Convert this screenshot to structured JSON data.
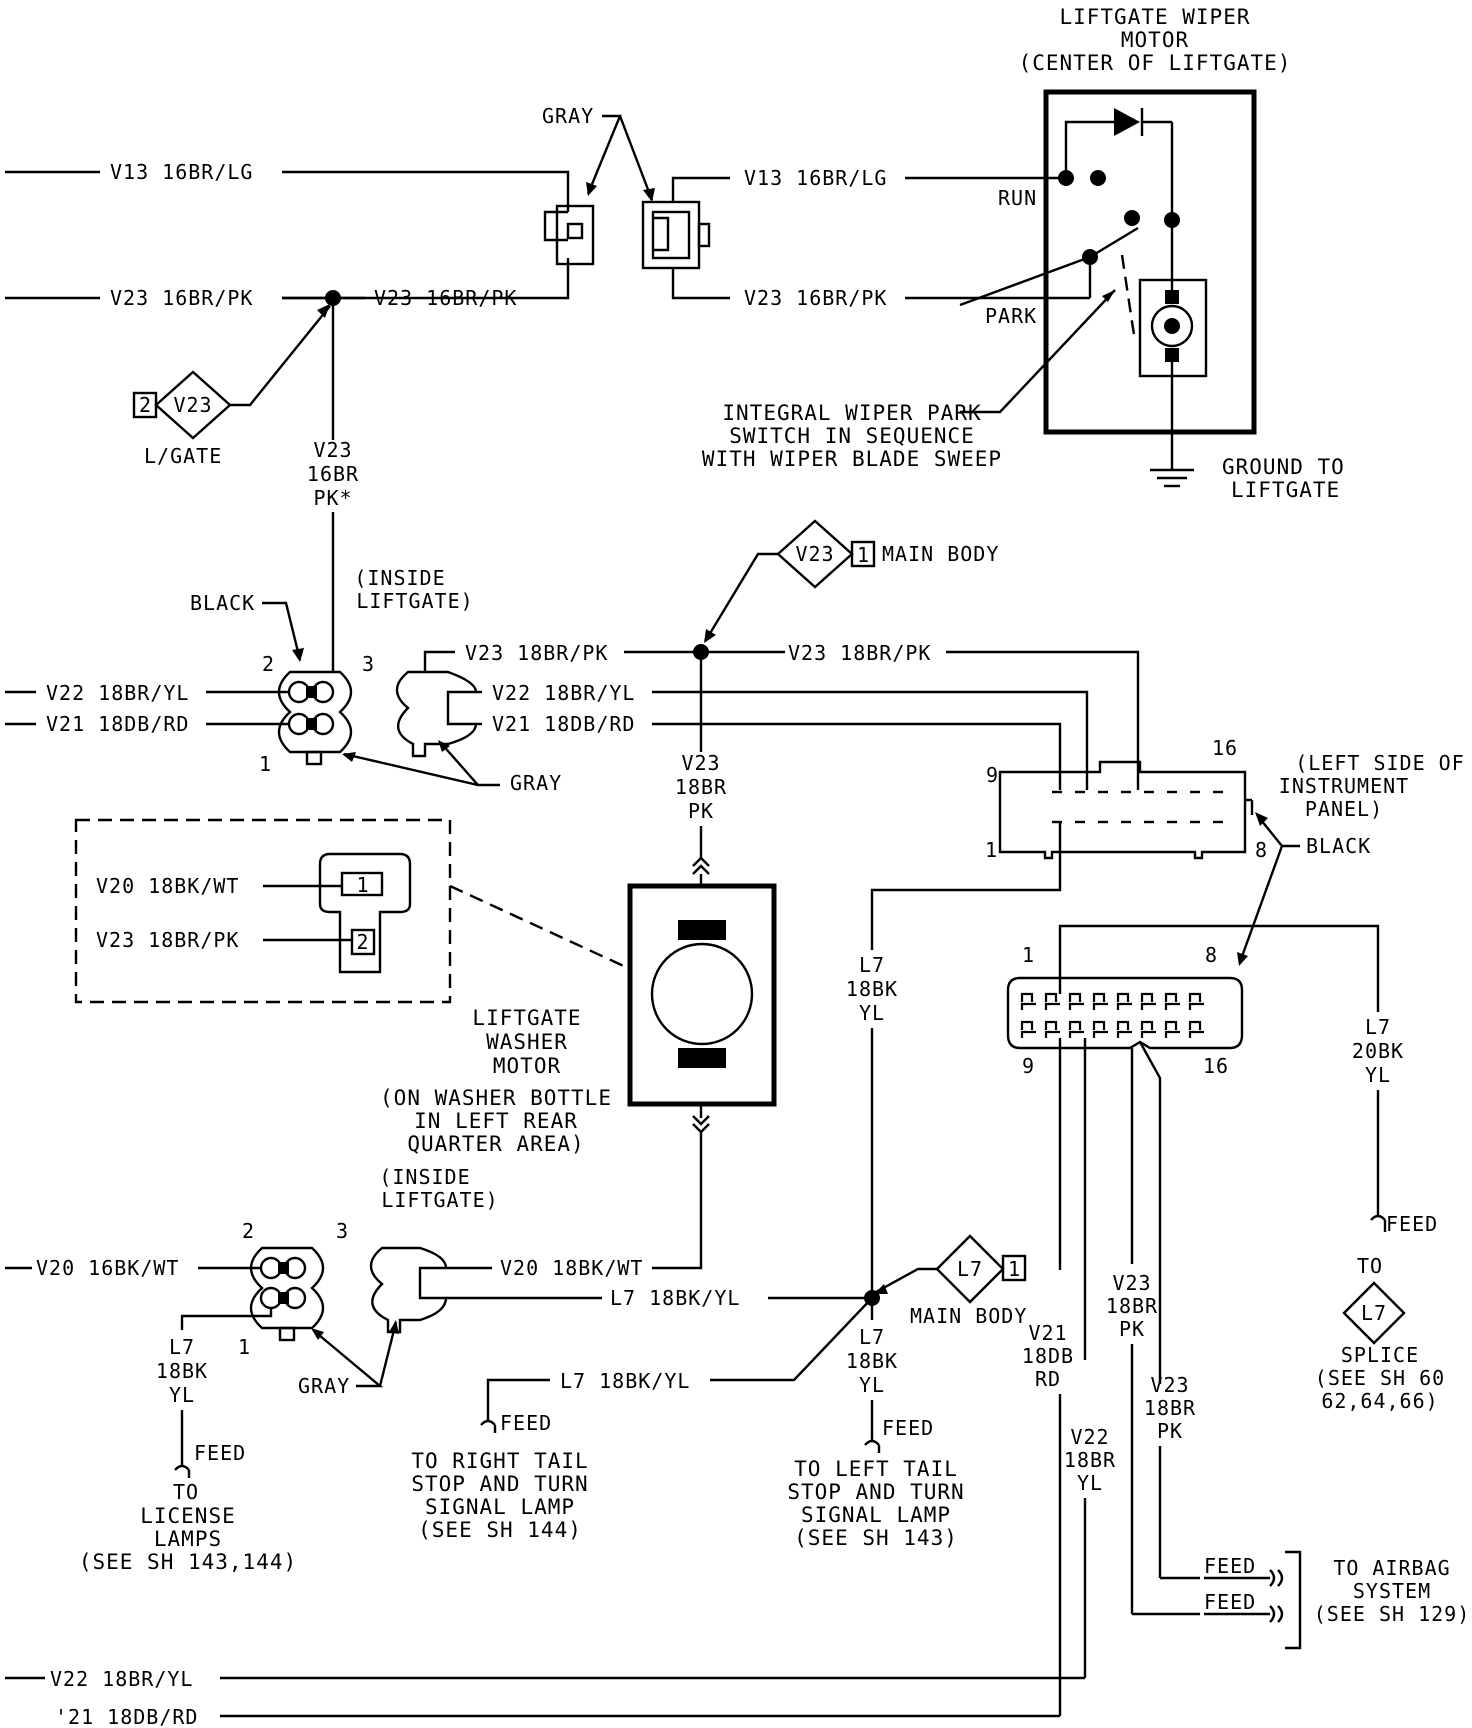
{
  "motor_title": [
    "LIFTGATE WIPER",
    "MOTOR",
    "(CENTER OF LIFTGATE)"
  ],
  "motor_labels": {
    "run": "RUN",
    "park": "PARK"
  },
  "park_note": [
    "INTEGRAL WIPER PARK",
    "SWITCH IN SEQUENCE",
    "WITH WIPER BLADE SWEEP"
  ],
  "ground": [
    "GROUND TO",
    "LIFTGATE"
  ],
  "wires": {
    "v13_lg": "V13 16BR/LG",
    "v23_16pk": "V23 16BR/PK",
    "v23_18pk": "V23 18BR/PK",
    "v22_yl": "V22 18BR/YL",
    "v21_rd": "V21 18DB/RD",
    "v20_16": "V20 16BK/WT",
    "v20_18": "V20 18BK/WT",
    "l7_yl": "L7 18BK/YL",
    "v22_bottom": "V22 18BR/YL",
    "v21_bottom": "'21 18DB/RD"
  },
  "gray": "GRAY",
  "black": "BLACK",
  "main_body": "MAIN BODY",
  "l_gate": "L/GATE",
  "inside_liftgate": [
    "(INSIDE",
    "LIFTGATE)"
  ],
  "vertical_labels": {
    "v23_16br_pk": [
      "V23",
      "16BR",
      "PK*"
    ],
    "v23_18br_pk": [
      "V23",
      "18BR",
      "PK"
    ],
    "l7_18bk_yl": [
      "L7",
      "18BK",
      "YL"
    ],
    "l7_20bk_yl": [
      "L7",
      "20BK",
      "YL"
    ],
    "v21_18db_rd": [
      "V21",
      "18DB",
      "RD"
    ],
    "v22_18br_yl": [
      "V22",
      "18BR",
      "YL"
    ]
  },
  "connector_refs": {
    "v23_left": {
      "num": "2",
      "id": "V23"
    },
    "v23_main": {
      "num": "1",
      "id": "V23"
    },
    "l7_main": {
      "num": "1",
      "id": "L7"
    },
    "splice": "L7"
  },
  "pin_numbers": {
    "p1": "1",
    "p2": "2",
    "p3": "3",
    "p8": "8",
    "p9": "9",
    "p16": "16"
  },
  "panel_note": [
    "(LEFT SIDE OF",
    "INSTRUMENT",
    "PANEL)"
  ],
  "washer_motor": [
    "LIFTGATE",
    "WASHER",
    "MOTOR"
  ],
  "washer_note": [
    "(ON WASHER BOTTLE",
    "IN LEFT REAR",
    "QUARTER AREA)"
  ],
  "feed": "FEED",
  "to": "TO",
  "destinations": {
    "license": [
      "LICENSE",
      "LAMPS",
      "(SEE SH 143,144)"
    ],
    "right_tail": [
      "TO RIGHT TAIL",
      "STOP AND TURN",
      "SIGNAL LAMP",
      "(SEE SH 144)"
    ],
    "left_tail": [
      "TO LEFT TAIL",
      "STOP AND TURN",
      "SIGNAL LAMP",
      "(SEE SH 143)"
    ],
    "splice": [
      "SPLICE",
      "(SEE SH 60",
      "62,64,66)"
    ],
    "airbag": [
      "TO AIRBAG",
      "SYSTEM",
      "(SEE SH 129)"
    ]
  }
}
